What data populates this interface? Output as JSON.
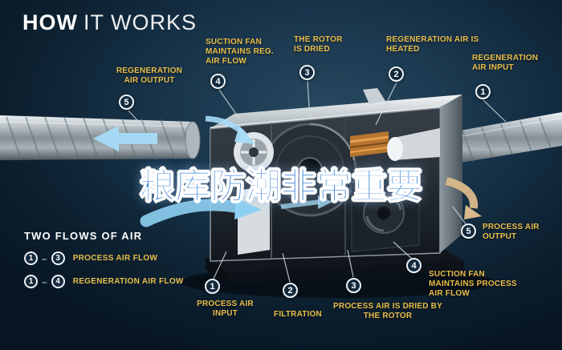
{
  "title": {
    "bold": "HOW",
    "light": "IT WORKS"
  },
  "overlay": {
    "text": "粮库防潮非常重要",
    "color": "#3f87d9"
  },
  "legend": {
    "heading": "TWO FLOWS OF AIR",
    "rows": [
      {
        "start": "1",
        "dash": "–",
        "end": "3",
        "label": "PROCESS AIR FLOW"
      },
      {
        "start": "1",
        "dash": "–",
        "end": "4",
        "label": "REGENERATION AIR FLOW"
      }
    ]
  },
  "callouts": {
    "reg_air_output": {
      "num": "5",
      "label": "REGENERATION AIR OUTPUT"
    },
    "suction_fan_reg": {
      "num": "4",
      "label": "SUCTION FAN MAINTAINS REG. AIR FLOW"
    },
    "rotor_dried": {
      "num": "3",
      "label": "THE ROTOR IS DRIED"
    },
    "reg_air_heated": {
      "num": "2",
      "label": "REGENERATION AIR IS HEATED"
    },
    "reg_air_input": {
      "num": "1",
      "label": "REGENERATION AIR INPUT"
    },
    "process_air_output": {
      "num": "5",
      "label": "PROCESS AIR OUTPUT"
    },
    "suction_fan_process": {
      "num": "4",
      "label": "SUCTION FAN MAINTAINS PROCESS AIR FLOW"
    },
    "process_air_dried": {
      "num": "3",
      "label": "PROCESS AIR IS DRIED BY THE ROTOR"
    },
    "filtration": {
      "num": "2",
      "label": "FILTRATION"
    },
    "process_air_input": {
      "num": "1",
      "label": "PROCESS AIR INPUT"
    }
  },
  "colors": {
    "background": "#0d2131",
    "label_yellow": "#e9be4b",
    "badge_bg": "#132a3d",
    "badge_border": "#eef3f6",
    "overlay_blue": "#3f87d9",
    "arrow_blue": "#a6dcf7",
    "arrow_tan": "#d9b98a",
    "duct_silver": "#b8c0c5"
  }
}
